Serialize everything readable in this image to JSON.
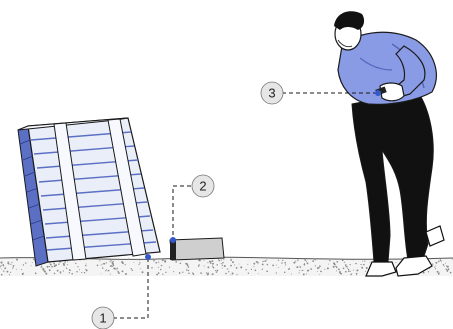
{
  "callouts": [
    {
      "label": "1"
    },
    {
      "label": "2"
    },
    {
      "label": "3"
    }
  ],
  "colors": {
    "outline": "#1a1a1a",
    "crate_face": "#e9eef9",
    "crate_side": "#5b6fc4",
    "crate_band": "#f7f9ff",
    "shirt": "#8a9be6",
    "shirt_shadow": "#5566bb",
    "trousers": "#111111",
    "block": "#cfcfcf",
    "block_dark": "#222222",
    "ground": "#9a9a9a",
    "marker": "#3358c8",
    "callout_circle": "#e6e6e6"
  }
}
